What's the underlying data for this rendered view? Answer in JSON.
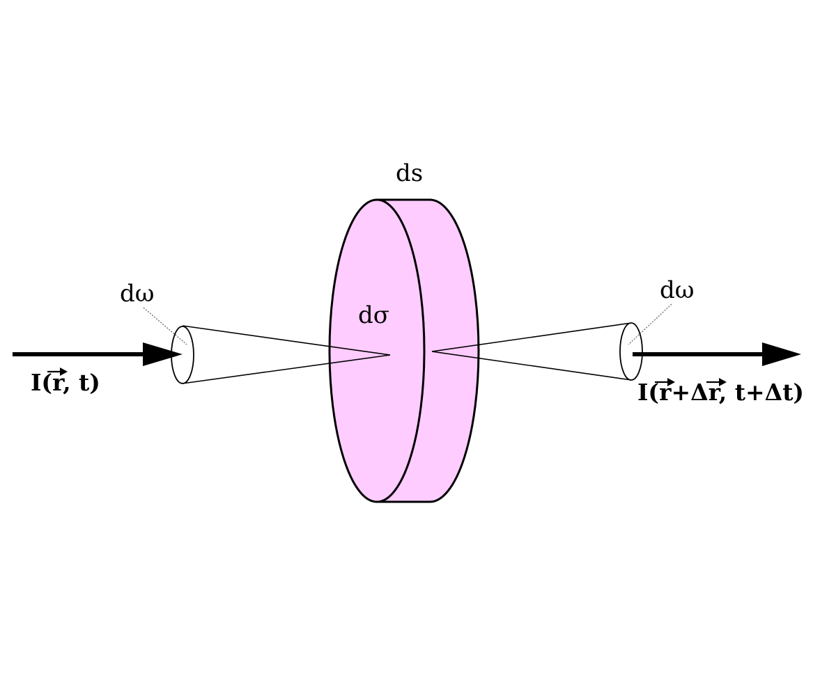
{
  "diagram": {
    "colors": {
      "slab_fill": "#ffccff",
      "stroke": "#000000",
      "background": "#ffffff"
    },
    "labels": {
      "ds": "ds",
      "d_sigma": "dσ",
      "d_omega_left": "dω",
      "d_omega_right": "dω"
    },
    "intensity_in": {
      "I": "I(",
      "r": "r",
      "rest": ", t)"
    },
    "intensity_out": {
      "I": "I(",
      "r": "r",
      "plus": "+",
      "delta": "Δ",
      "r2": "r",
      "rest": ", t+Δt)"
    }
  }
}
